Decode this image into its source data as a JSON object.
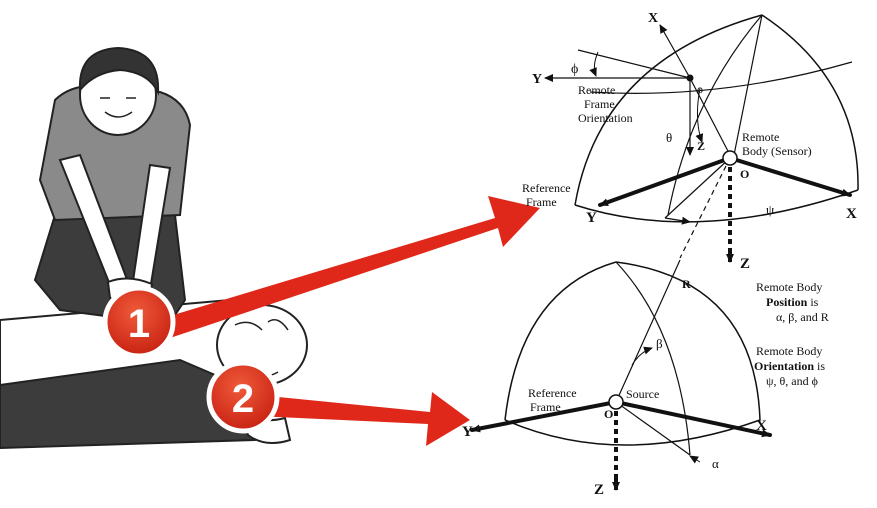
{
  "colors": {
    "accent": "#e0281a",
    "ink": "#111111",
    "skin": "#ffffff",
    "shirt": "#8a8a8a",
    "pants": "#3c3c3c",
    "hair": "#333333"
  },
  "markers": [
    {
      "number": "1"
    },
    {
      "number": "2"
    }
  ],
  "remote_sphere": {
    "axis_x_top": "X",
    "axis_y_top": "Y",
    "axis_x": "X",
    "axis_y": "Y",
    "axis_z": "Z",
    "axis_z_inner": "Z",
    "phi": "ϕ",
    "theta": "θ",
    "psi": "ψ",
    "origin_small": "o",
    "origin": "O",
    "remote_frame_line1": "Remote",
    "remote_frame_line2": "Frame",
    "remote_frame_line3": "Orientation",
    "remote_body_line1": "Remote",
    "remote_body_line2": "Body (Sensor)",
    "reference_line1": "Reference",
    "reference_line2": "Frame"
  },
  "source_sphere": {
    "axis_x": "X",
    "axis_y": "Y",
    "axis_z": "Z",
    "R": "R",
    "beta": "β",
    "alpha": "α",
    "origin": "O",
    "source": "Source",
    "reference_line1": "Reference",
    "reference_line2": "Frame"
  },
  "notes": {
    "position_line1": "Remote Body",
    "position_line2": "Position",
    "position_line2b": " is",
    "position_line3": "α,  β,   and R",
    "orientation_line1": "Remote Body",
    "orientation_line2": "Orientation",
    "orientation_line2b": " is",
    "orientation_line3": "ψ,  θ,   and ϕ"
  }
}
